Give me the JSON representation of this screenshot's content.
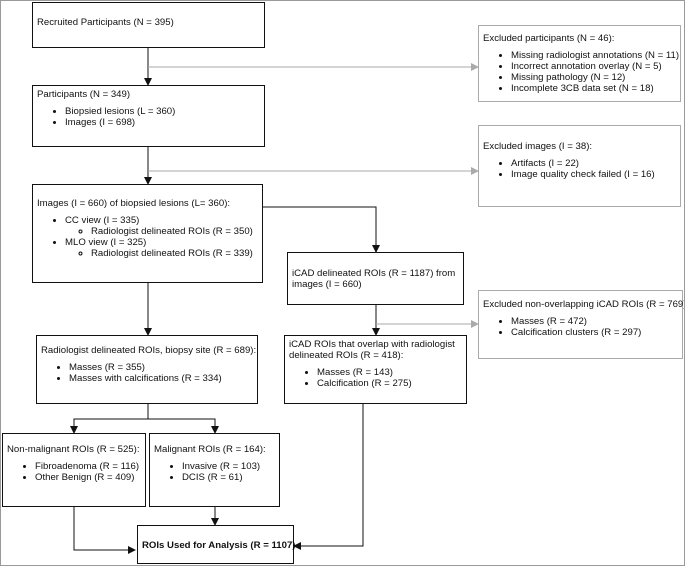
{
  "recruited": {
    "title": "Recruited Participants (N = 395)"
  },
  "participants": {
    "title": "Participants (N = 349)",
    "items": [
      "Biopsied lesions (L = 360)",
      "Images (I = 698)"
    ]
  },
  "images": {
    "title": "Images (I = 660) of biopsied lesions (L= 360):",
    "views": [
      {
        "label": "CC view (I = 335)",
        "sub": "Radiologist delineated ROIs (R = 350)"
      },
      {
        "label": "MLO view (I = 325)",
        "sub": "Radiologist delineated ROIs (R = 339)"
      }
    ]
  },
  "radiologist": {
    "title": "Radiologist delineated ROIs, biopsy site (R = 689):",
    "items": [
      "Masses (R = 355)",
      "Masses with calcifications  (R = 334)"
    ]
  },
  "nonmalignant": {
    "title": "Non-malignant ROIs (R = 525):",
    "items": [
      "Fibroadenoma (R = 116)",
      "Other Benign (R = 409)"
    ]
  },
  "malignant": {
    "title": "Malignant ROIs (R = 164):",
    "items": [
      "Invasive (R = 103)",
      "DCIS (R = 61)"
    ]
  },
  "analysis": {
    "title": "ROIs Used for Analysis (R = 1107)"
  },
  "icad_delineated": {
    "title_line1": "iCAD delineated ROIs (R = 1187) from",
    "title_line2": "images (I = 660)"
  },
  "icad_overlap": {
    "title_line1": "iCAD ROIs that overlap with radiologist",
    "title_line2": "delineated ROIs (R = 418):",
    "items": [
      "Masses (R = 143)",
      "Calcification (R = 275)"
    ]
  },
  "excluded_participants": {
    "title": "Excluded participants (N = 46):",
    "items": [
      "Missing radiologist annotations (N = 11)",
      "Incorrect annotation overlay (N = 5)",
      "Missing pathology (N = 12)",
      "Incomplete 3CB data set (N = 18)"
    ]
  },
  "excluded_images": {
    "title": "Excluded images (I = 38):",
    "items": [
      "Artifacts (I = 22)",
      "Image quality check failed (I = 16)"
    ]
  },
  "excluded_icad": {
    "title": "Excluded non-overlapping iCAD ROIs (R = 769):",
    "items": [
      "Masses (R = 472)",
      "Calcification clusters (R = 297)"
    ]
  },
  "colors": {
    "main_border": "#111111",
    "excluded_border": "#aaaaaa",
    "excluded_arrow": "#aaaaaa"
  }
}
